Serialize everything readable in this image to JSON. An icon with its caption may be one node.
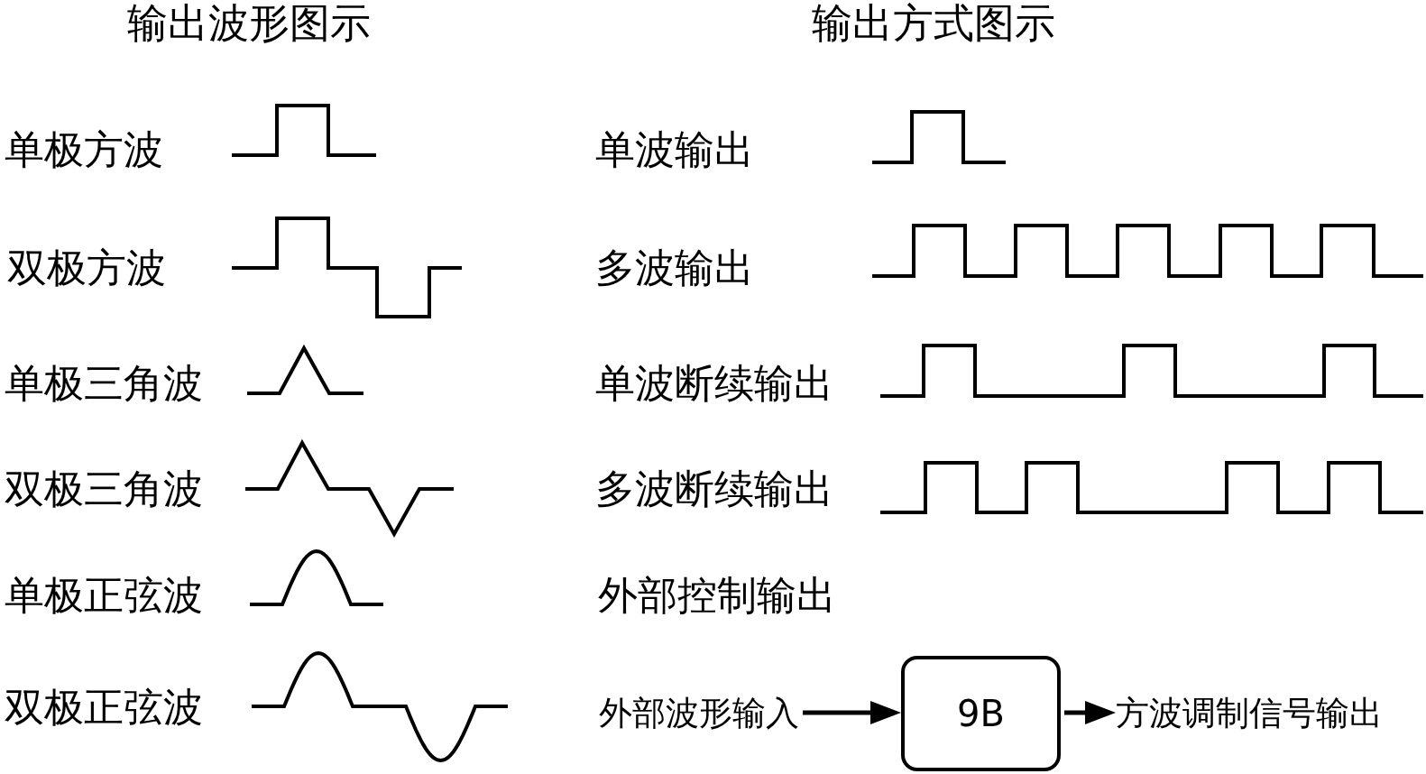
{
  "diagram": {
    "nodes": [
      {
        "text": [
          "外部波形输入"
        ]
      },
      {
        "text": [
          "9B"
        ]
      },
      {
        "text": [
          "方波调制信号输出"
        ]
      }
    ],
    "edges": [
      {
        "from": 0,
        "to": 1,
        "arrow": "to"
      },
      {
        "from": 1,
        "to": 2,
        "arrow": "to"
      }
    ],
    "labels": [
      "输出波形图示",
      "输出方式图示",
      "单极方波",
      "单波输出",
      "双极方波",
      "多波输出",
      "单极三角波",
      "单波断续输出",
      "双极三角波",
      "多波断续输出",
      "单极正弦波",
      "外部控制输出",
      "双极正弦波"
    ]
  }
}
